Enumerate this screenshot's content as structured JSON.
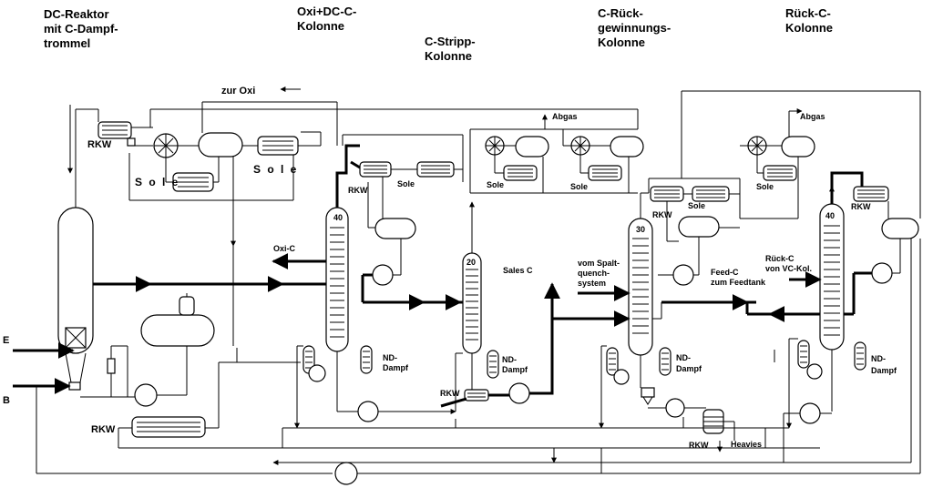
{
  "titles": {
    "dc_reaktor_1": "DC-Reaktor",
    "dc_reaktor_2": "mit  C-Dampf-",
    "dc_reaktor_3": "trommel",
    "oxi_1": "Oxi+DC-C-",
    "oxi_2": "Kolonne",
    "strip_1": "C-Stripp-",
    "strip_2": "Kolonne",
    "rueck_1": "C-Rück-",
    "rueck_2": "gewinnungs-",
    "rueck_3": "Kolonne",
    "rueckc_1": "Rück-C-",
    "rueckc_2": "Kolonne"
  },
  "labels": {
    "zur_oxi": "zur Oxi",
    "rkw": "RKW",
    "sole": "Sole",
    "sole_spaced": "S o l e",
    "abgas": "Abgas",
    "oxi_c": "Oxi-C",
    "sales_c": "Sales C",
    "vom_1": "vom  Spalt-",
    "vom_2": "quench-",
    "vom_3": "system",
    "feed_1": "Feed-C",
    "feed_2": "zum  Feedtank",
    "rueck_c_1": "Rück-C",
    "rueck_c_2": "von  VC-Kol.",
    "nd_1": "ND-",
    "nd_2": "Dampf",
    "heavies": "Heavies",
    "e": "E",
    "b": "B"
  },
  "columns": {
    "oxi_trays": "40",
    "strip_trays": "20",
    "rueck_trays": "30",
    "rueckc_trays": "40"
  }
}
